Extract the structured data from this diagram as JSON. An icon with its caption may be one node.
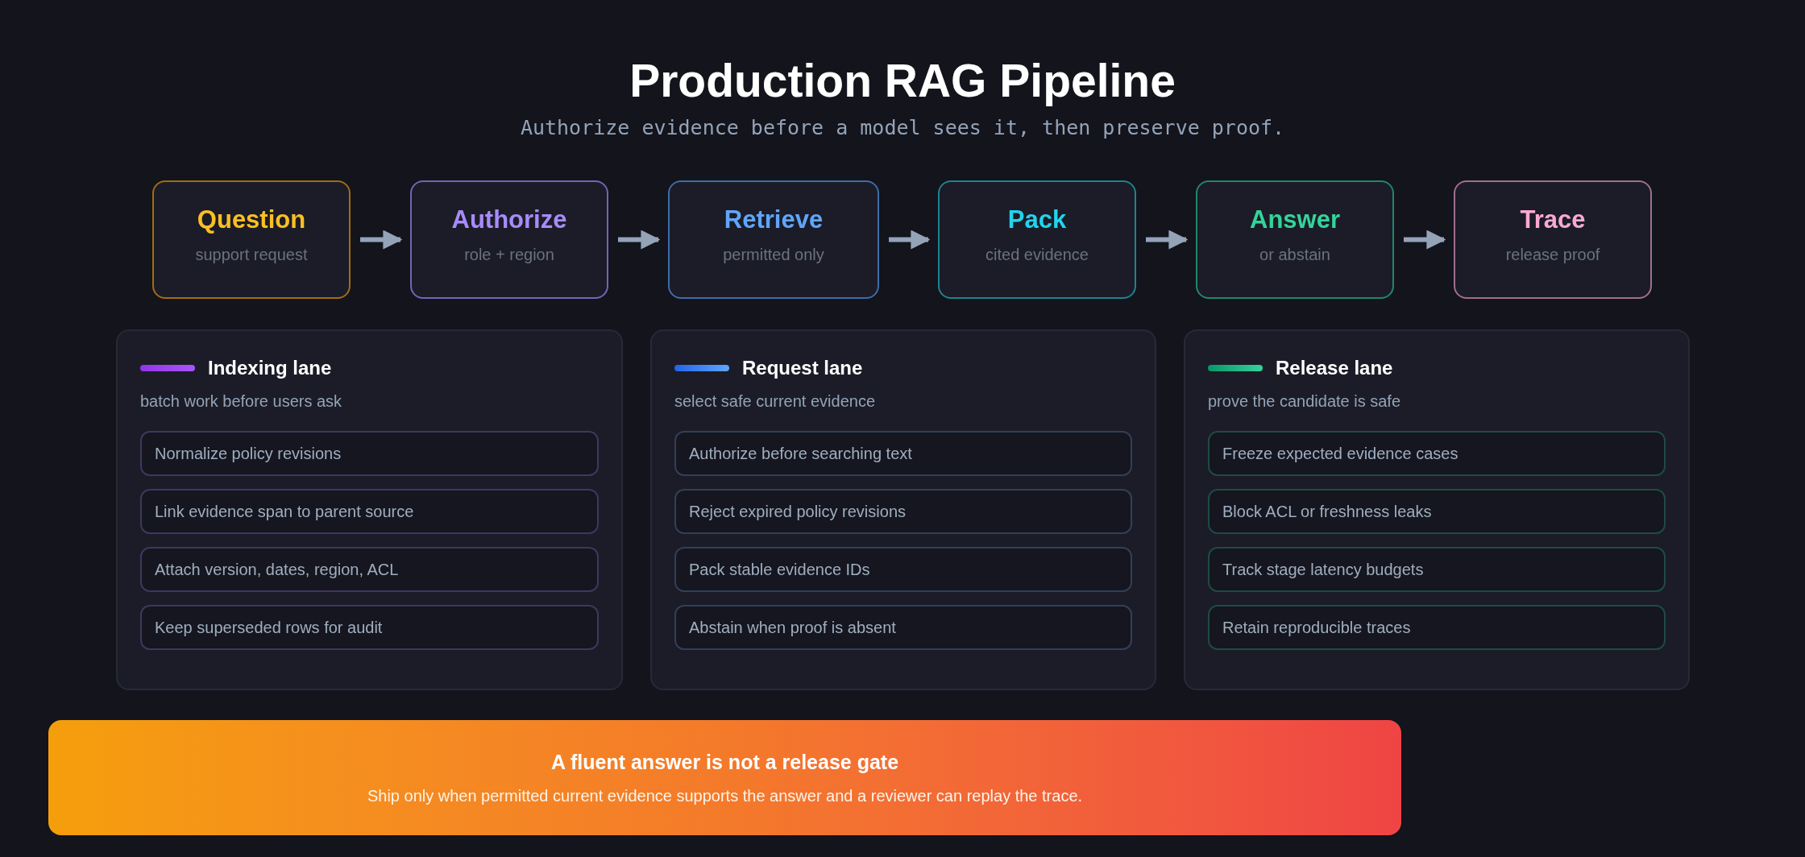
{
  "diagram": {
    "title": "Production RAG Pipeline",
    "nodes": [
      {
        "text": [
          "Question",
          "support request"
        ]
      },
      {
        "text": [
          "Authorize",
          "role + region"
        ]
      },
      {
        "text": [
          "Retrieve",
          "permitted only"
        ]
      },
      {
        "text": [
          "Pack",
          "cited evidence"
        ]
      },
      {
        "text": [
          "Answer",
          "or abstain"
        ]
      },
      {
        "text": [
          "Trace",
          "release proof"
        ]
      },
      {
        "text": [
          "Indexing lane",
          "batch work before users ask"
        ]
      },
      {
        "text": [
          "Normalize policy revisions"
        ],
        "in": 6
      },
      {
        "text": [
          "Link evidence span to parent source"
        ],
        "in": 6
      },
      {
        "text": [
          "Attach version, dates, region, ACL"
        ],
        "in": 6
      },
      {
        "text": [
          "Keep superseded rows for audit"
        ],
        "in": 6
      },
      {
        "text": [
          "Request lane",
          "select safe current evidence"
        ]
      },
      {
        "text": [
          "Authorize before searching text"
        ],
        "in": 11
      },
      {
        "text": [
          "Reject expired policy revisions"
        ],
        "in": 11
      },
      {
        "text": [
          "Pack stable evidence IDs"
        ],
        "in": 11
      },
      {
        "text": [
          "Abstain when proof is absent"
        ],
        "in": 11
      },
      {
        "text": [
          "Release lane",
          "prove the candidate is safe"
        ]
      },
      {
        "text": [
          "Freeze expected evidence cases"
        ],
        "in": 16
      },
      {
        "text": [
          "Block ACL or freshness leaks"
        ],
        "in": 16
      },
      {
        "text": [
          "Track stage latency budgets"
        ],
        "in": 16
      },
      {
        "text": [
          "Retain reproducible traces"
        ],
        "in": 16
      },
      {
        "text": [
          "A fluent answer is not a release gate",
          "Ship only when permitted current evidence supports the answer and a reviewer can replay the trace."
        ]
      }
    ],
    "edges": [
      {
        "from": 0,
        "to": 1,
        "arrow": "to"
      },
      {
        "from": 1,
        "to": 2,
        "arrow": "to"
      },
      {
        "from": 2,
        "to": 3,
        "arrow": "to"
      },
      {
        "from": 3,
        "to": 4,
        "arrow": "to"
      },
      {
        "from": 4,
        "to": 5,
        "arrow": "to"
      }
    ],
    "labels": [
      "Authorize evidence before a model sees it, then preserve proof."
    ]
  }
}
